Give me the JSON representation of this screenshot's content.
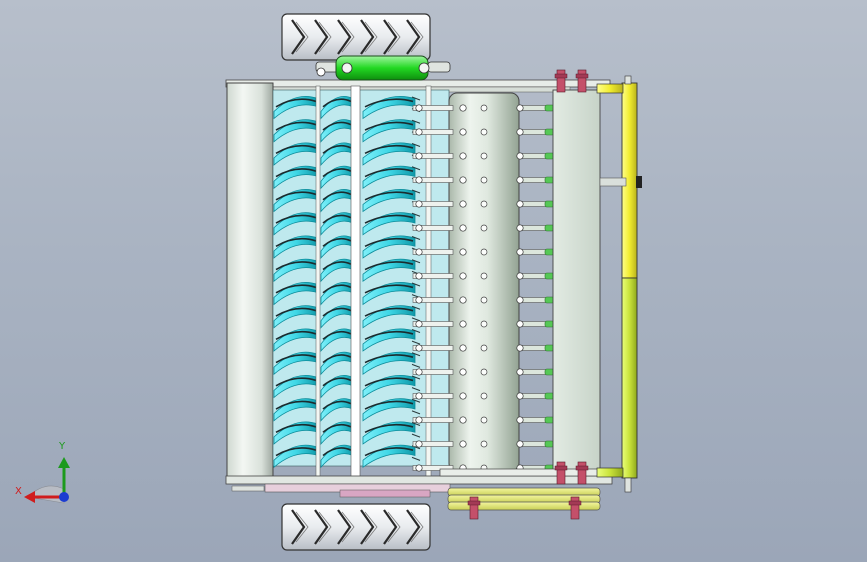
{
  "viewport": {
    "background_top": "#b7bfcb",
    "background_bottom": "#9ba6b8"
  },
  "colors": {
    "roller_cyan": "#3fd7e6",
    "roller_dark": "#0c8c9a",
    "cylinder_green": "#1fd21f",
    "frame_yellow": "#f1ec2f",
    "frame_olive": "#c9e23a",
    "pin_tip_green": "#55c855",
    "bolt_red": "#c4506a"
  },
  "triad": {
    "x_label": "X",
    "y_label": "Y",
    "x_color": "#d01c1c",
    "y_color": "#1c9a1c",
    "z_color": "#1c3cd0"
  },
  "model": {
    "spiral_rows": 16,
    "roller_columns": 3,
    "pin_rows": 16
  }
}
